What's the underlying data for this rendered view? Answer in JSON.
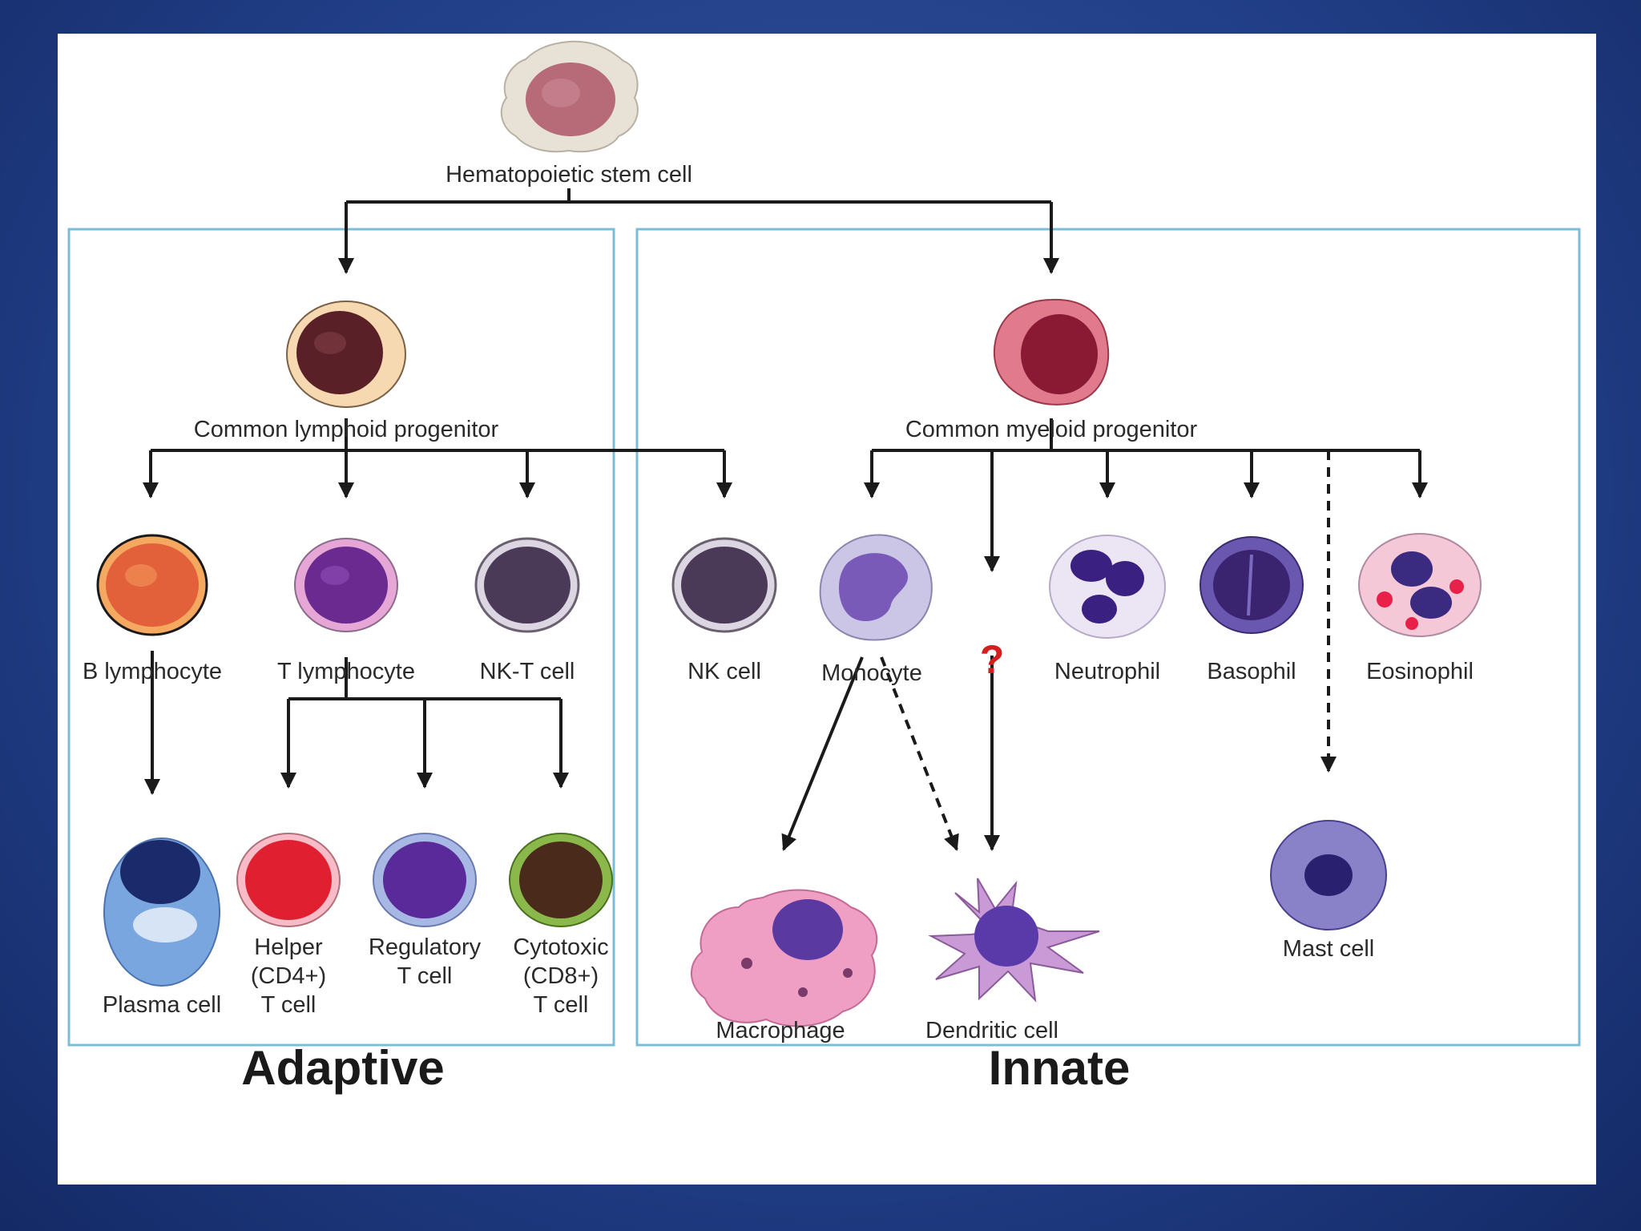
{
  "regions": {
    "adaptive": "Adaptive",
    "innate": "Innate"
  },
  "cells": {
    "hsc": "Hematopoietic stem cell",
    "clp": "Common lymphoid progenitor",
    "cmp": "Common myeloid progenitor",
    "b_lymphocyte": "B lymphocyte",
    "t_lymphocyte": "T lymphocyte",
    "nkt_cell": "NK-T cell",
    "nk_cell": "NK cell",
    "monocyte": "Monocyte",
    "neutrophil": "Neutrophil",
    "basophil": "Basophil",
    "eosinophil": "Eosinophil",
    "plasma_cell": "Plasma cell",
    "helper": [
      "Helper",
      "(CD4+)",
      "T cell"
    ],
    "regulatory": [
      "Regulatory",
      "T cell"
    ],
    "cytotoxic": [
      "Cytotoxic",
      "(CD8+)",
      "T cell"
    ],
    "macrophage": "Macrophage",
    "dendritic_cell": "Dendritic cell",
    "mast_cell": "Mast cell"
  },
  "unknown_marker": "?",
  "colors": {
    "arrow": "#1a1a1a",
    "box_border": "#7bbcd6",
    "question": "#d41f1f",
    "background": "#22408a"
  }
}
